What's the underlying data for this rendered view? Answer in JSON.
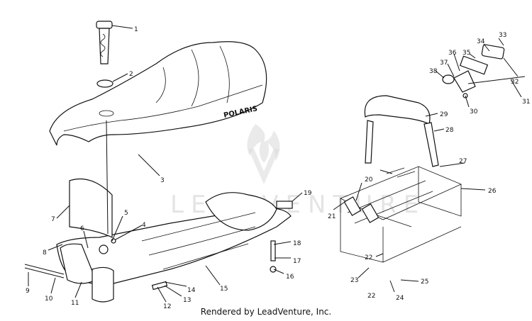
{
  "diagram": {
    "brand_mark": "POLARIS",
    "watermark_text": "LEADVENTURE",
    "footer": "Rendered by LeadVenture, Inc.",
    "callouts": [
      "1",
      "2",
      "3",
      "4",
      "5",
      "6",
      "7",
      "8",
      "9",
      "10",
      "11",
      "12",
      "13",
      "14",
      "15",
      "16",
      "17",
      "18",
      "19",
      "20",
      "21",
      "22",
      "22",
      "23",
      "24",
      "25",
      "26",
      "27",
      "28",
      "29",
      "30",
      "31",
      "32",
      "33",
      "34",
      "35",
      "36",
      "37",
      "38"
    ]
  }
}
